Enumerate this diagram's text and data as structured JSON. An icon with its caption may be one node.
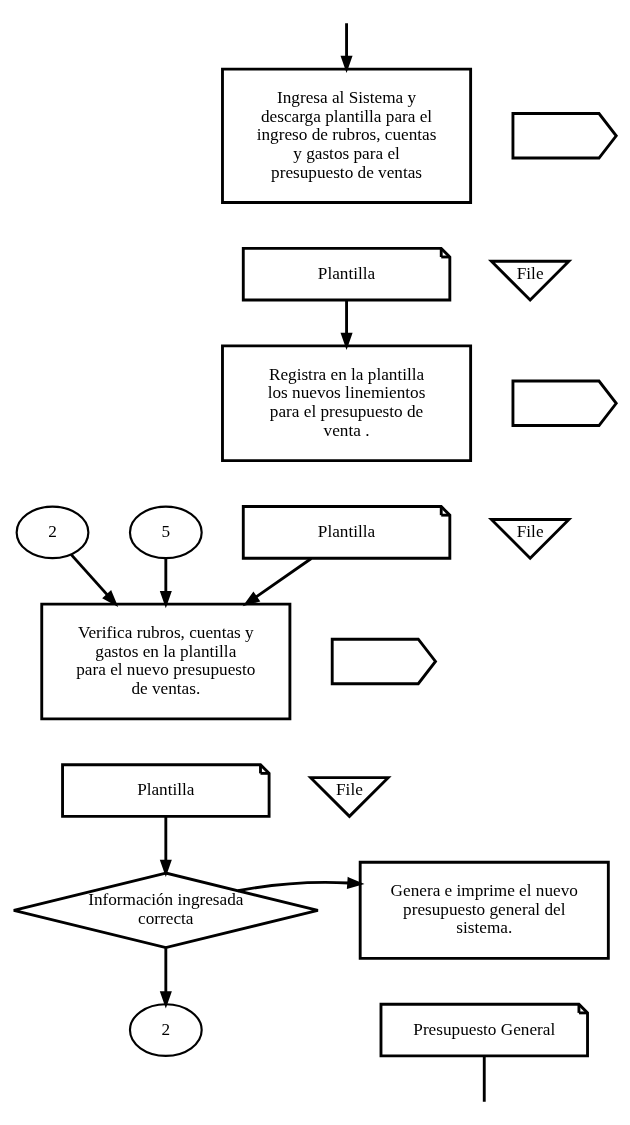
{
  "diagram": {
    "nodes": [
      {
        "text": [
          "Ingresa al Sistema y descarga plantilla para el ingreso de rubros, cuentas y gastos para el presupuesto de ventas"
        ]
      },
      {
        "text": [],
        "shape": "display"
      },
      {
        "text": [
          "Plantilla"
        ]
      },
      {
        "text": [
          "File"
        ]
      },
      {
        "text": [
          "Registra en la plantilla los nuevos linemientos para el presupuesto de venta ."
        ]
      },
      {
        "text": [],
        "shape": "display"
      },
      {
        "text": [
          "Plantilla"
        ]
      },
      {
        "text": [
          "File"
        ]
      },
      {
        "text": [
          "2"
        ]
      },
      {
        "text": [
          "5"
        ]
      },
      {
        "text": [
          "Verifica rubros, cuentas y gastos en la plantilla para el nuevo presupuesto de ventas."
        ]
      },
      {
        "text": [],
        "shape": "display"
      },
      {
        "text": [
          "Plantilla"
        ]
      },
      {
        "text": [
          "File"
        ]
      },
      {
        "text": [
          "Información ingresada correcta"
        ]
      },
      {
        "text": [
          "Genera e imprime el nuevo presupuesto general del sistema."
        ]
      },
      {
        "text": [
          "Presupuesto General"
        ]
      },
      {
        "text": [
          "2"
        ]
      }
    ],
    "edges": [
      {
        "from": null,
        "to": 0,
        "arrow": "to"
      },
      {
        "from": 2,
        "to": 4,
        "arrow": "to"
      },
      {
        "from": 6,
        "to": 10,
        "arrow": "to"
      },
      {
        "from": 8,
        "to": 10,
        "arrow": "to"
      },
      {
        "from": 9,
        "to": 10,
        "arrow": "to"
      },
      {
        "from": 12,
        "to": 14,
        "arrow": "to"
      },
      {
        "from": 14,
        "to": 15,
        "arrow": "to"
      },
      {
        "from": 14,
        "to": 17,
        "arrow": "to"
      },
      {
        "from": 16,
        "to": null,
        "arrow": "none"
      }
    ]
  }
}
